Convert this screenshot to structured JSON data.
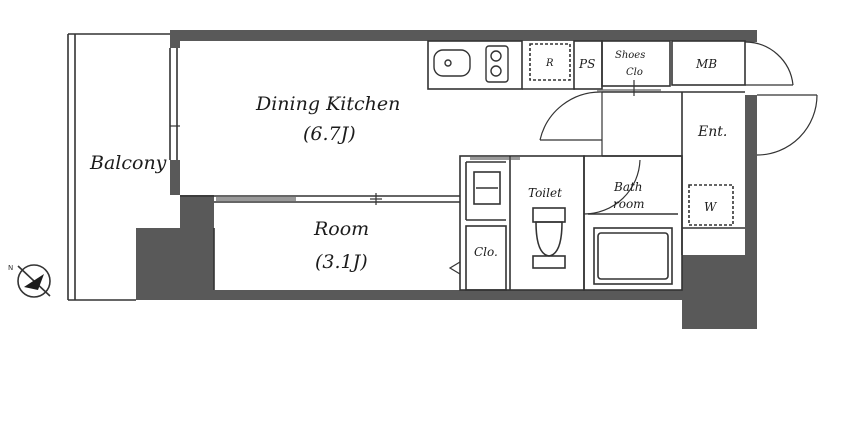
{
  "rooms": {
    "balcony": "Balcony",
    "dining_kitchen": "Dining Kitchen",
    "dining_kitchen_size": "(6.7J)",
    "room": "Room",
    "room_size": "(3.1J)",
    "toilet": "Toilet",
    "bath_line1": "Bath",
    "bath_line2": "room",
    "closet": "Clo.",
    "entrance": "Ent.",
    "ps": "PS",
    "shoes_line1": "Shoes",
    "shoes_line2": "Clo",
    "mb": "MB",
    "refrigerator": "R",
    "washer": "W"
  },
  "compass": {
    "north_label": "N"
  },
  "colors": {
    "wall": "#595959",
    "line": "#333333",
    "text": "#1c1c1c"
  }
}
